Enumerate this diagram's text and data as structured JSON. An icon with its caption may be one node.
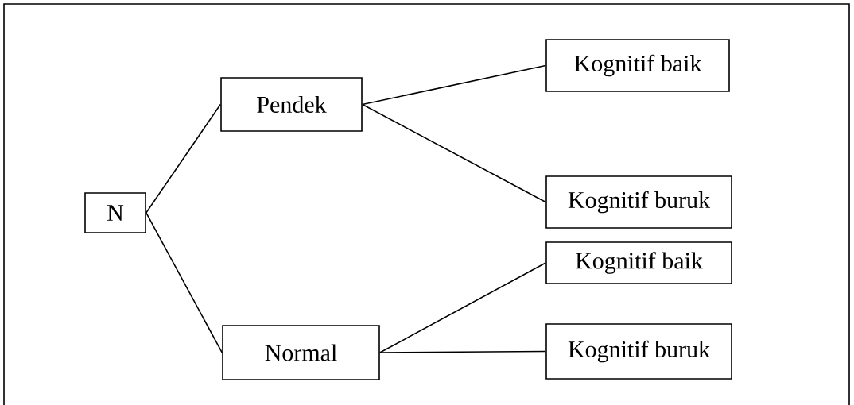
{
  "diagram": {
    "nodes": [
      {
        "text": [
          "N"
        ]
      },
      {
        "text": [
          "Pendek"
        ]
      },
      {
        "text": [
          "Normal"
        ]
      },
      {
        "text": [
          "Kognitif baik"
        ]
      },
      {
        "text": [
          "Kognitif buruk"
        ]
      },
      {
        "text": [
          "Kognitif baik"
        ]
      },
      {
        "text": [
          "Kognitif buruk"
        ]
      }
    ],
    "edges": [
      {
        "from": 0,
        "to": 1,
        "arrow": "none"
      },
      {
        "from": 0,
        "to": 2,
        "arrow": "none"
      },
      {
        "from": 1,
        "to": 3,
        "arrow": "none"
      },
      {
        "from": 1,
        "to": 4,
        "arrow": "none"
      },
      {
        "from": 2,
        "to": 5,
        "arrow": "none"
      },
      {
        "from": 2,
        "to": 6,
        "arrow": "none"
      }
    ]
  }
}
